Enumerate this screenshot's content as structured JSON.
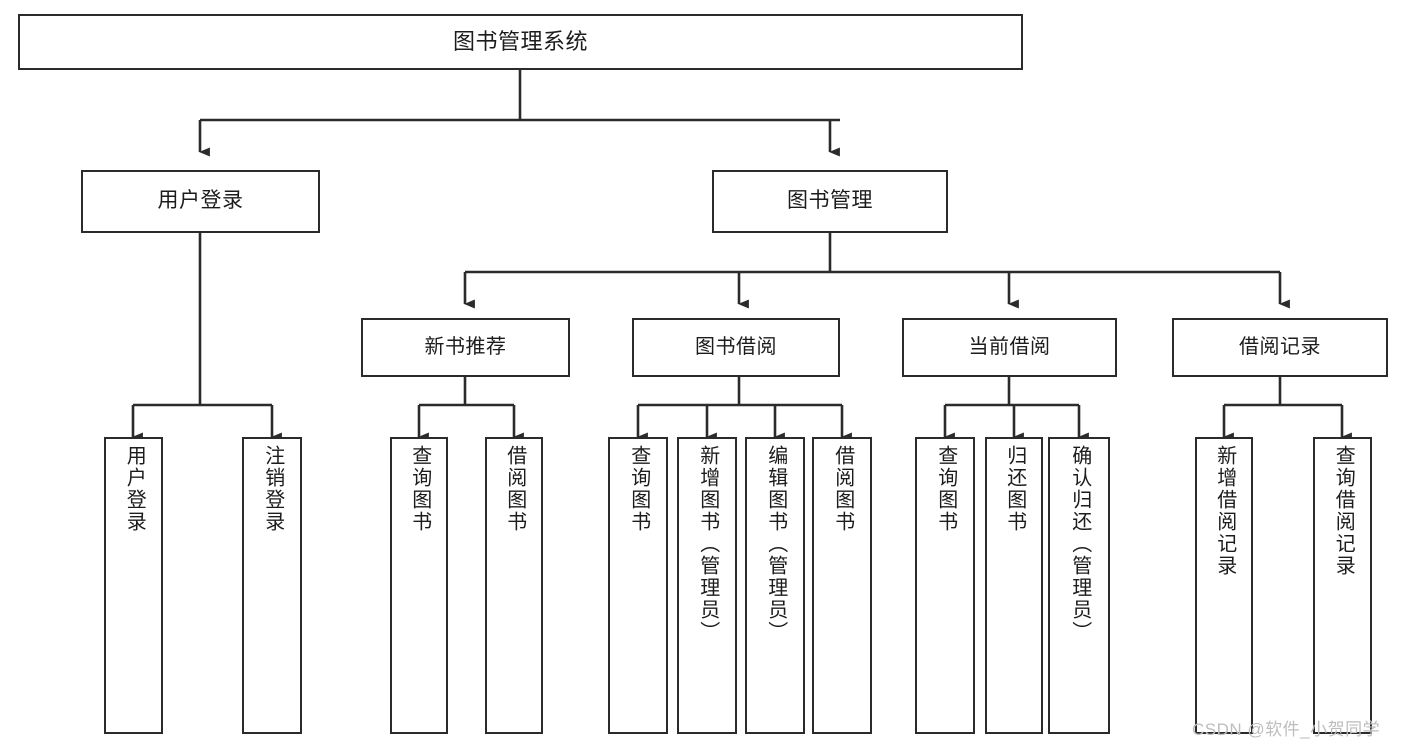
{
  "diagram": {
    "title": "图书管理系统",
    "type": "tree-hierarchy-chart",
    "watermark": "CSDN @软件_小贺同学",
    "colors": {
      "stroke": "#2b2b2b",
      "fill": "#ffffff",
      "text": "#1c1c1c",
      "watermark": "#bdbdbd"
    }
  },
  "nodes": {
    "root": {
      "label": "图书管理系统"
    },
    "level2": [
      {
        "id": "user-login",
        "label": "用户登录"
      },
      {
        "id": "book-manage",
        "label": "图书管理"
      }
    ],
    "level3": [
      {
        "id": "new-book-recommend",
        "label": "新书推荐"
      },
      {
        "id": "book-borrow",
        "label": "图书借阅"
      },
      {
        "id": "current-borrow",
        "label": "当前借阅"
      },
      {
        "id": "borrow-record",
        "label": "借阅记录"
      }
    ],
    "leaves": {
      "user_login": [
        {
          "id": "leaf-user-login",
          "label": "用户登录"
        },
        {
          "id": "leaf-logout-login",
          "label": "注销登录"
        }
      ],
      "new_book_recommend": [
        {
          "id": "leaf-query-book-1",
          "label": "查询图书"
        },
        {
          "id": "leaf-borrow-book-1",
          "label": "借阅图书"
        }
      ],
      "book_borrow": [
        {
          "id": "leaf-query-book-2",
          "label": "查询图书"
        },
        {
          "id": "leaf-add-book",
          "label": "新增图书（管理员）"
        },
        {
          "id": "leaf-edit-book",
          "label": "编辑图书（管理员）"
        },
        {
          "id": "leaf-borrow-book-2",
          "label": "借阅图书"
        }
      ],
      "current_borrow": [
        {
          "id": "leaf-query-book-3",
          "label": "查询图书"
        },
        {
          "id": "leaf-return-book",
          "label": "归还图书"
        },
        {
          "id": "leaf-confirm-return",
          "label": "确认归还（管理员）"
        }
      ],
      "borrow_record": [
        {
          "id": "leaf-add-record",
          "label": "新增借阅记录"
        },
        {
          "id": "leaf-query-record",
          "label": "查询借阅记录"
        }
      ]
    }
  }
}
